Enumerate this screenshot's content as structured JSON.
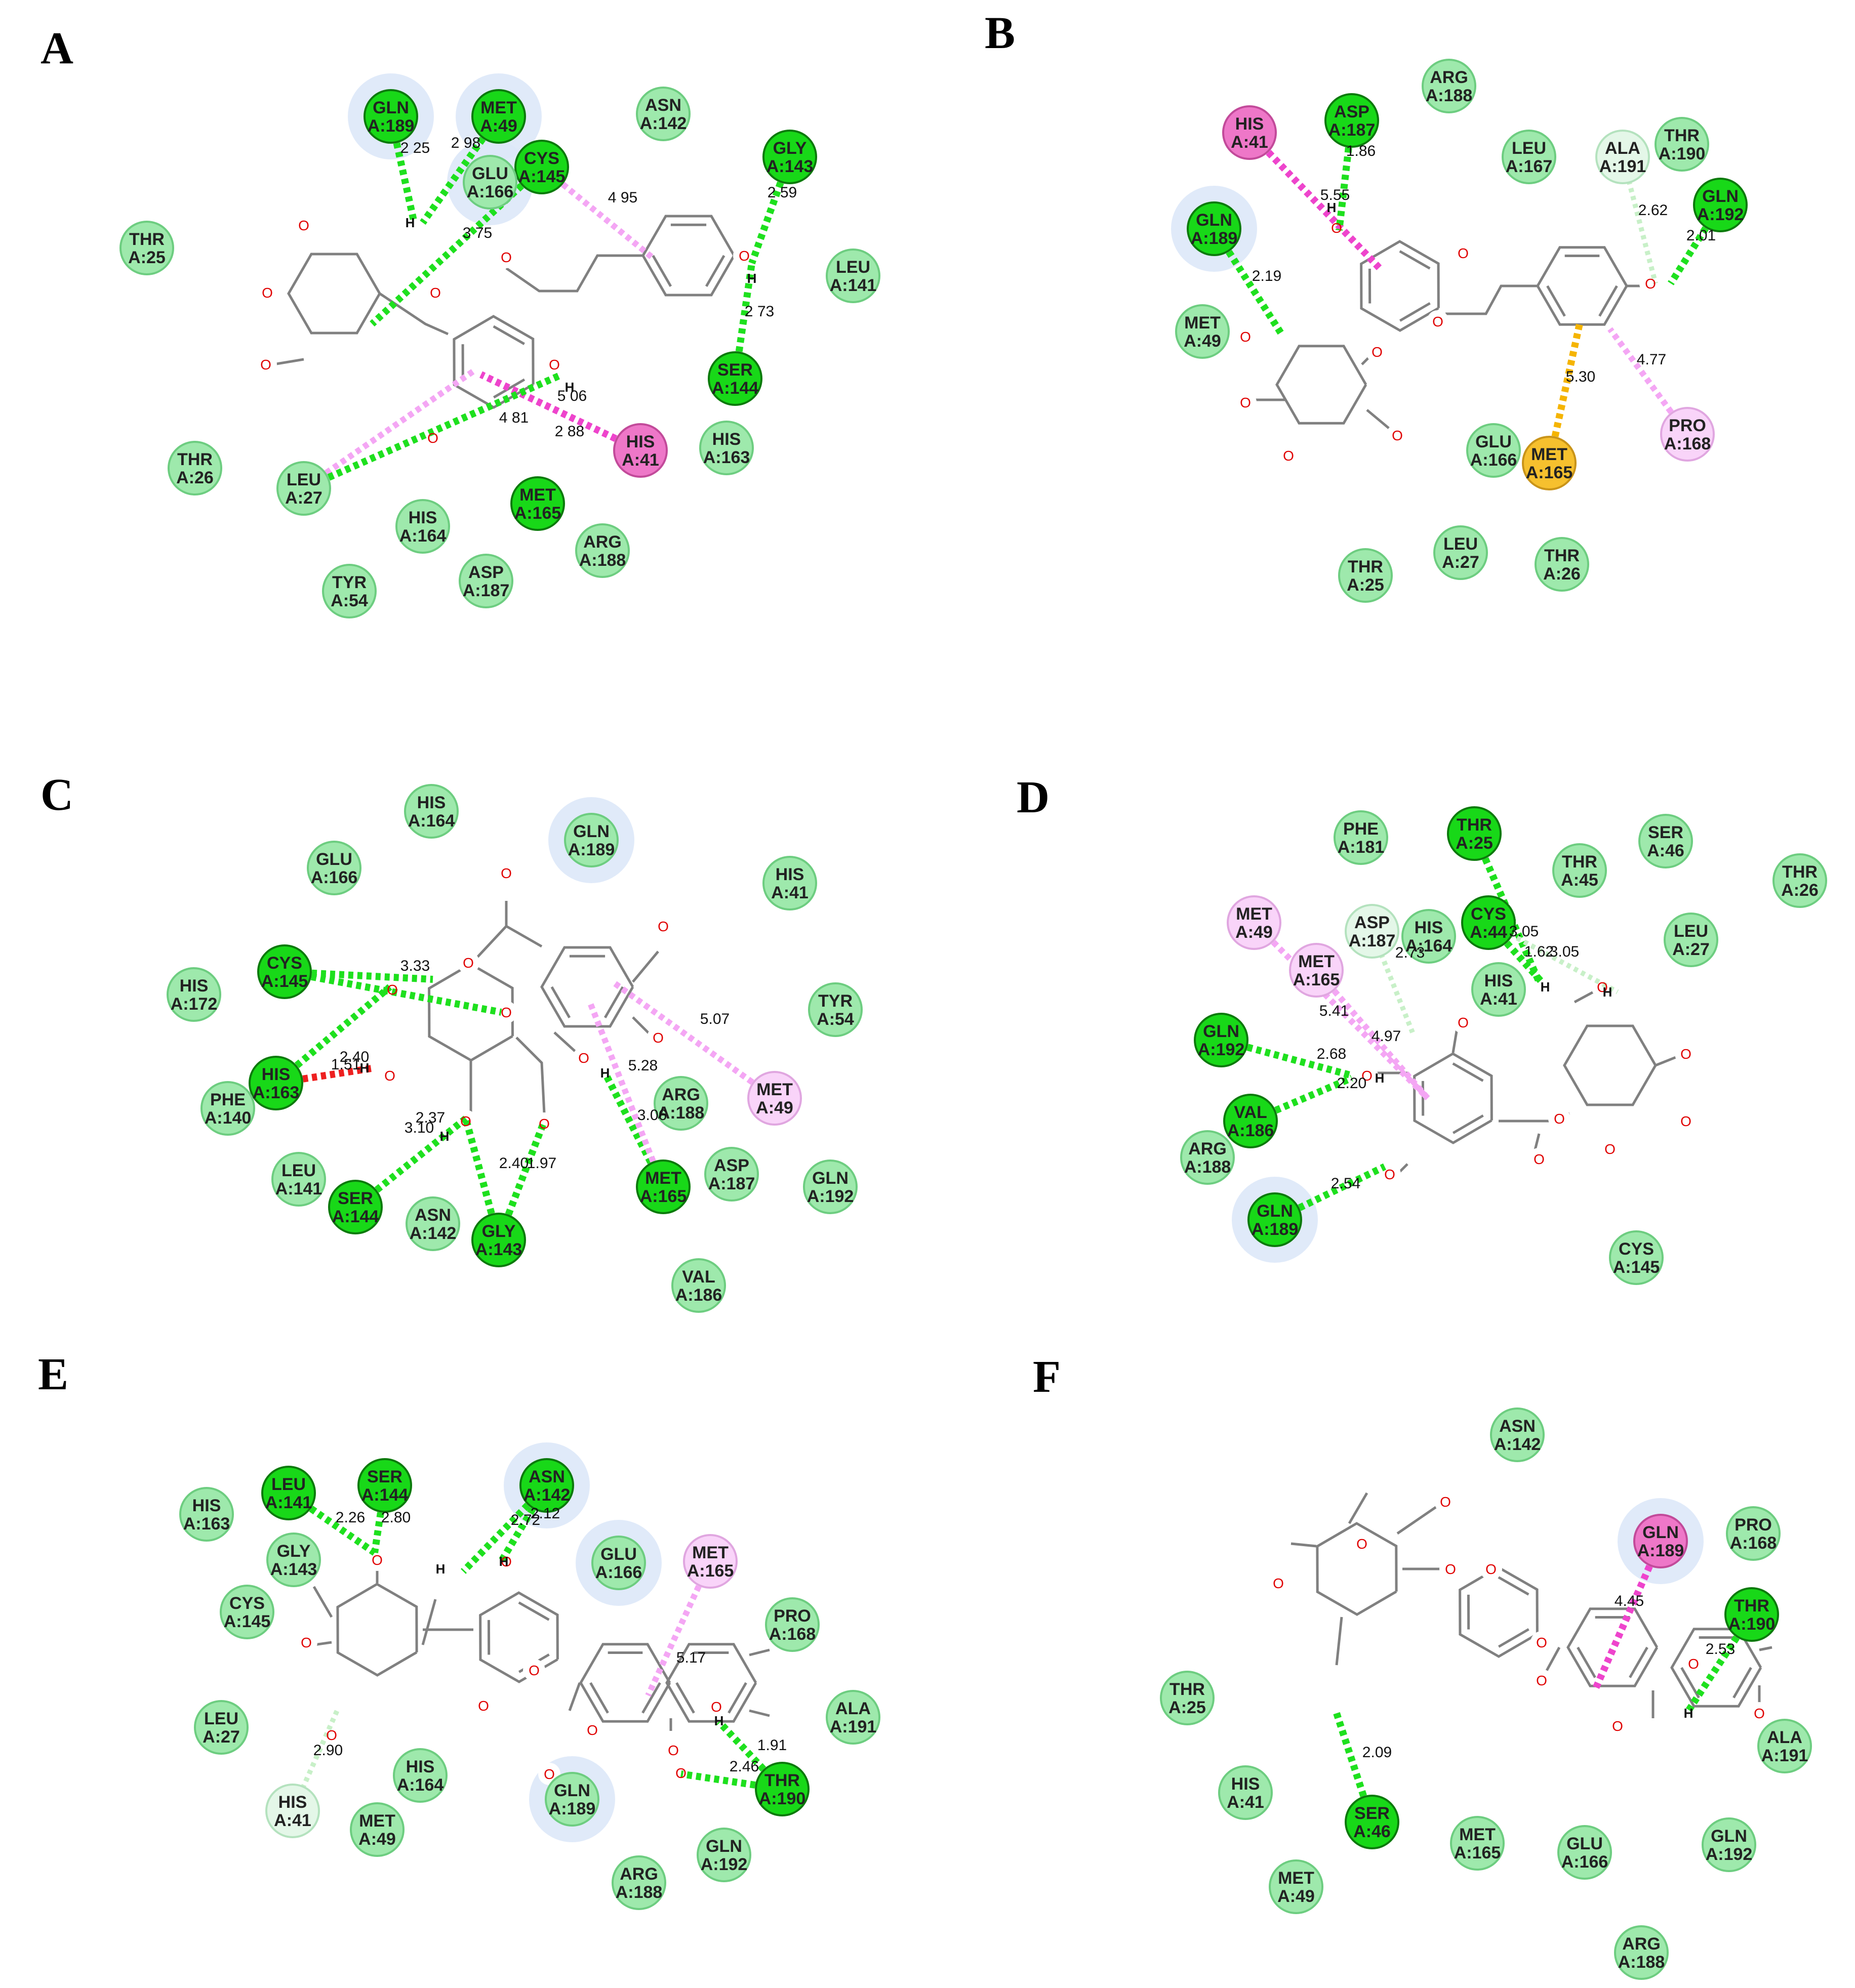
{
  "colors": {
    "hbond": "#1ee01e",
    "weak_hbond": "#c8f0c8",
    "pi_alkyl": "#f4a6f4",
    "pi_pi": "#ee44cc",
    "pi_sulfur": "#f5b400",
    "unfavorable": "#ee2020",
    "vdw": "#98e8a8",
    "bonded_residue": "#00d000",
    "alkyl_residue": "#f9c9f9",
    "pipi_residue": "#ee6ec8",
    "sulfur_residue": "#f6be33",
    "carbon_hbond_residue": "#dff5e4"
  },
  "panels": [
    {
      "letter": "A",
      "residues": [
        {
          "name": "GLN",
          "id": "A:189",
          "type": "hbond",
          "halo": true
        },
        {
          "name": "MET",
          "id": "A:49",
          "type": "hbond",
          "halo": true
        },
        {
          "name": "ASN",
          "id": "A:142",
          "type": "vdw"
        },
        {
          "name": "CYS",
          "id": "A:145",
          "type": "hbond"
        },
        {
          "name": "GLU",
          "id": "A:166",
          "type": "vdw",
          "halo": true
        },
        {
          "name": "GLY",
          "id": "A:143",
          "type": "hbond"
        },
        {
          "name": "THR",
          "id": "A:25",
          "type": "vdw"
        },
        {
          "name": "LEU",
          "id": "A:141",
          "type": "vdw"
        },
        {
          "name": "SER",
          "id": "A:144",
          "type": "hbond"
        },
        {
          "name": "HIS",
          "id": "A:41",
          "type": "pipi"
        },
        {
          "name": "HIS",
          "id": "A:163",
          "type": "vdw"
        },
        {
          "name": "THR",
          "id": "A:26",
          "type": "vdw"
        },
        {
          "name": "LEU",
          "id": "A:27",
          "type": "vdw"
        },
        {
          "name": "MET",
          "id": "A:165",
          "type": "hbond"
        },
        {
          "name": "HIS",
          "id": "A:164",
          "type": "vdw"
        },
        {
          "name": "ARG",
          "id": "A:188",
          "type": "vdw"
        },
        {
          "name": "ASP",
          "id": "A:187",
          "type": "vdw"
        },
        {
          "name": "TYR",
          "id": "A:54",
          "type": "vdw"
        }
      ],
      "distances": [
        "2 25",
        "2 98",
        "3 75",
        "4 95",
        "2 59",
        "2 73",
        "5 06",
        "4 81",
        "2 88"
      ]
    },
    {
      "letter": "B",
      "residues": [
        {
          "name": "ARG",
          "id": "A:188",
          "type": "vdw"
        },
        {
          "name": "HIS",
          "id": "A:41",
          "type": "pipi"
        },
        {
          "name": "ASP",
          "id": "A:187",
          "type": "hbond"
        },
        {
          "name": "THR",
          "id": "A:190",
          "type": "vdw"
        },
        {
          "name": "LEU",
          "id": "A:167",
          "type": "vdw"
        },
        {
          "name": "ALA",
          "id": "A:191",
          "type": "carbon"
        },
        {
          "name": "GLN",
          "id": "A:192",
          "type": "hbond"
        },
        {
          "name": "GLN",
          "id": "A:189",
          "type": "hbond",
          "halo": true
        },
        {
          "name": "MET",
          "id": "A:49",
          "type": "vdw"
        },
        {
          "name": "PRO",
          "id": "A:168",
          "type": "alkyl"
        },
        {
          "name": "GLU",
          "id": "A:166",
          "type": "vdw"
        },
        {
          "name": "MET",
          "id": "A:165",
          "type": "sulfur"
        },
        {
          "name": "THR",
          "id": "A:25",
          "type": "vdw"
        },
        {
          "name": "LEU",
          "id": "A:27",
          "type": "vdw"
        },
        {
          "name": "THR",
          "id": "A:26",
          "type": "vdw"
        }
      ],
      "distances": [
        "1.86",
        "5.55",
        "2.62",
        "2.01",
        "2.19",
        "4.77",
        "5.30"
      ]
    },
    {
      "letter": "C",
      "residues": [
        {
          "name": "HIS",
          "id": "A:164",
          "type": "vdw"
        },
        {
          "name": "GLN",
          "id": "A:189",
          "type": "vdw",
          "halo": true
        },
        {
          "name": "GLU",
          "id": "A:166",
          "type": "vdw"
        },
        {
          "name": "HIS",
          "id": "A:41",
          "type": "vdw"
        },
        {
          "name": "CYS",
          "id": "A:145",
          "type": "hbond"
        },
        {
          "name": "HIS",
          "id": "A:172",
          "type": "vdw"
        },
        {
          "name": "TYR",
          "id": "A:54",
          "type": "vdw"
        },
        {
          "name": "HIS",
          "id": "A:163",
          "type": "hbond"
        },
        {
          "name": "PHE",
          "id": "A:140",
          "type": "vdw"
        },
        {
          "name": "ARG",
          "id": "A:188",
          "type": "vdw"
        },
        {
          "name": "MET",
          "id": "A:49",
          "type": "alkyl"
        },
        {
          "name": "LEU",
          "id": "A:141",
          "type": "vdw"
        },
        {
          "name": "SER",
          "id": "A:144",
          "type": "hbond"
        },
        {
          "name": "ASN",
          "id": "A:142",
          "type": "vdw"
        },
        {
          "name": "GLY",
          "id": "A:143",
          "type": "hbond"
        },
        {
          "name": "MET",
          "id": "A:165",
          "type": "hbond"
        },
        {
          "name": "ASP",
          "id": "A:187",
          "type": "vdw"
        },
        {
          "name": "GLN",
          "id": "A:192",
          "type": "vdw"
        },
        {
          "name": "VAL",
          "id": "A:186",
          "type": "vdw"
        }
      ],
      "distances": [
        "3.33",
        "2.40",
        "1.51",
        "5.07",
        "5.28",
        "3.06",
        "2.37",
        "3.10",
        "2.40",
        "1.97"
      ]
    },
    {
      "letter": "D",
      "residues": [
        {
          "name": "PHE",
          "id": "A:181",
          "type": "vdw"
        },
        {
          "name": "THR",
          "id": "A:25",
          "type": "hbond"
        },
        {
          "name": "SER",
          "id": "A:46",
          "type": "vdw"
        },
        {
          "name": "THR",
          "id": "A:45",
          "type": "vdw"
        },
        {
          "name": "THR",
          "id": "A:26",
          "type": "vdw"
        },
        {
          "name": "MET",
          "id": "A:49",
          "type": "alkyl"
        },
        {
          "name": "ASP",
          "id": "A:187",
          "type": "carbon"
        },
        {
          "name": "HIS",
          "id": "A:164",
          "type": "vdw"
        },
        {
          "name": "CYS",
          "id": "A:44",
          "type": "hbond"
        },
        {
          "name": "LEU",
          "id": "A:27",
          "type": "vdw"
        },
        {
          "name": "MET",
          "id": "A:165",
          "type": "alkyl"
        },
        {
          "name": "HIS",
          "id": "A:41",
          "type": "vdw"
        },
        {
          "name": "GLN",
          "id": "A:192",
          "type": "hbond"
        },
        {
          "name": "VAL",
          "id": "A:186",
          "type": "hbond"
        },
        {
          "name": "ARG",
          "id": "A:188",
          "type": "vdw"
        },
        {
          "name": "GLN",
          "id": "A:189",
          "type": "hbond",
          "halo": true
        },
        {
          "name": "CYS",
          "id": "A:145",
          "type": "vdw"
        }
      ],
      "distances": [
        "3.05",
        "2.73",
        "1.62",
        "3.05",
        "5.41",
        "4.97",
        "2.68",
        "2.20",
        "2.54"
      ]
    },
    {
      "letter": "E",
      "residues": [
        {
          "name": "LEU",
          "id": "A:141",
          "type": "hbond"
        },
        {
          "name": "SER",
          "id": "A:144",
          "type": "hbond"
        },
        {
          "name": "ASN",
          "id": "A:142",
          "type": "hbond",
          "halo": true
        },
        {
          "name": "HIS",
          "id": "A:163",
          "type": "vdw"
        },
        {
          "name": "GLY",
          "id": "A:143",
          "type": "vdw"
        },
        {
          "name": "GLU",
          "id": "A:166",
          "type": "vdw",
          "halo": true
        },
        {
          "name": "MET",
          "id": "A:165",
          "type": "alkyl"
        },
        {
          "name": "CYS",
          "id": "A:145",
          "type": "vdw"
        },
        {
          "name": "PRO",
          "id": "A:168",
          "type": "vdw"
        },
        {
          "name": "LEU",
          "id": "A:27",
          "type": "vdw"
        },
        {
          "name": "ALA",
          "id": "A:191",
          "type": "vdw"
        },
        {
          "name": "HIS",
          "id": "A:164",
          "type": "vdw"
        },
        {
          "name": "GLN",
          "id": "A:189",
          "type": "vdw",
          "halo": true
        },
        {
          "name": "THR",
          "id": "A:190",
          "type": "hbond"
        },
        {
          "name": "HIS",
          "id": "A:41",
          "type": "carbon"
        },
        {
          "name": "MET",
          "id": "A:49",
          "type": "vdw"
        },
        {
          "name": "GLN",
          "id": "A:192",
          "type": "vdw"
        },
        {
          "name": "ARG",
          "id": "A:188",
          "type": "vdw"
        }
      ],
      "distances": [
        "2.26",
        "2.80",
        "2.72",
        "2.12",
        "5.17",
        "1.91",
        "2.46",
        "2.90"
      ]
    },
    {
      "letter": "F",
      "residues": [
        {
          "name": "ASN",
          "id": "A:142",
          "type": "vdw"
        },
        {
          "name": "GLN",
          "id": "A:189",
          "type": "pipi",
          "halo": true
        },
        {
          "name": "PRO",
          "id": "A:168",
          "type": "vdw"
        },
        {
          "name": "THR",
          "id": "A:190",
          "type": "hbond"
        },
        {
          "name": "THR",
          "id": "A:25",
          "type": "vdw"
        },
        {
          "name": "ALA",
          "id": "A:191",
          "type": "vdw"
        },
        {
          "name": "HIS",
          "id": "A:41",
          "type": "vdw"
        },
        {
          "name": "SER",
          "id": "A:46",
          "type": "hbond"
        },
        {
          "name": "MET",
          "id": "A:165",
          "type": "vdw"
        },
        {
          "name": "GLU",
          "id": "A:166",
          "type": "vdw"
        },
        {
          "name": "GLN",
          "id": "A:192",
          "type": "vdw"
        },
        {
          "name": "MET",
          "id": "A:49",
          "type": "vdw"
        },
        {
          "name": "ARG",
          "id": "A:188",
          "type": "vdw"
        }
      ],
      "distances": [
        "4.45",
        "2.53",
        "2.09"
      ]
    }
  ]
}
